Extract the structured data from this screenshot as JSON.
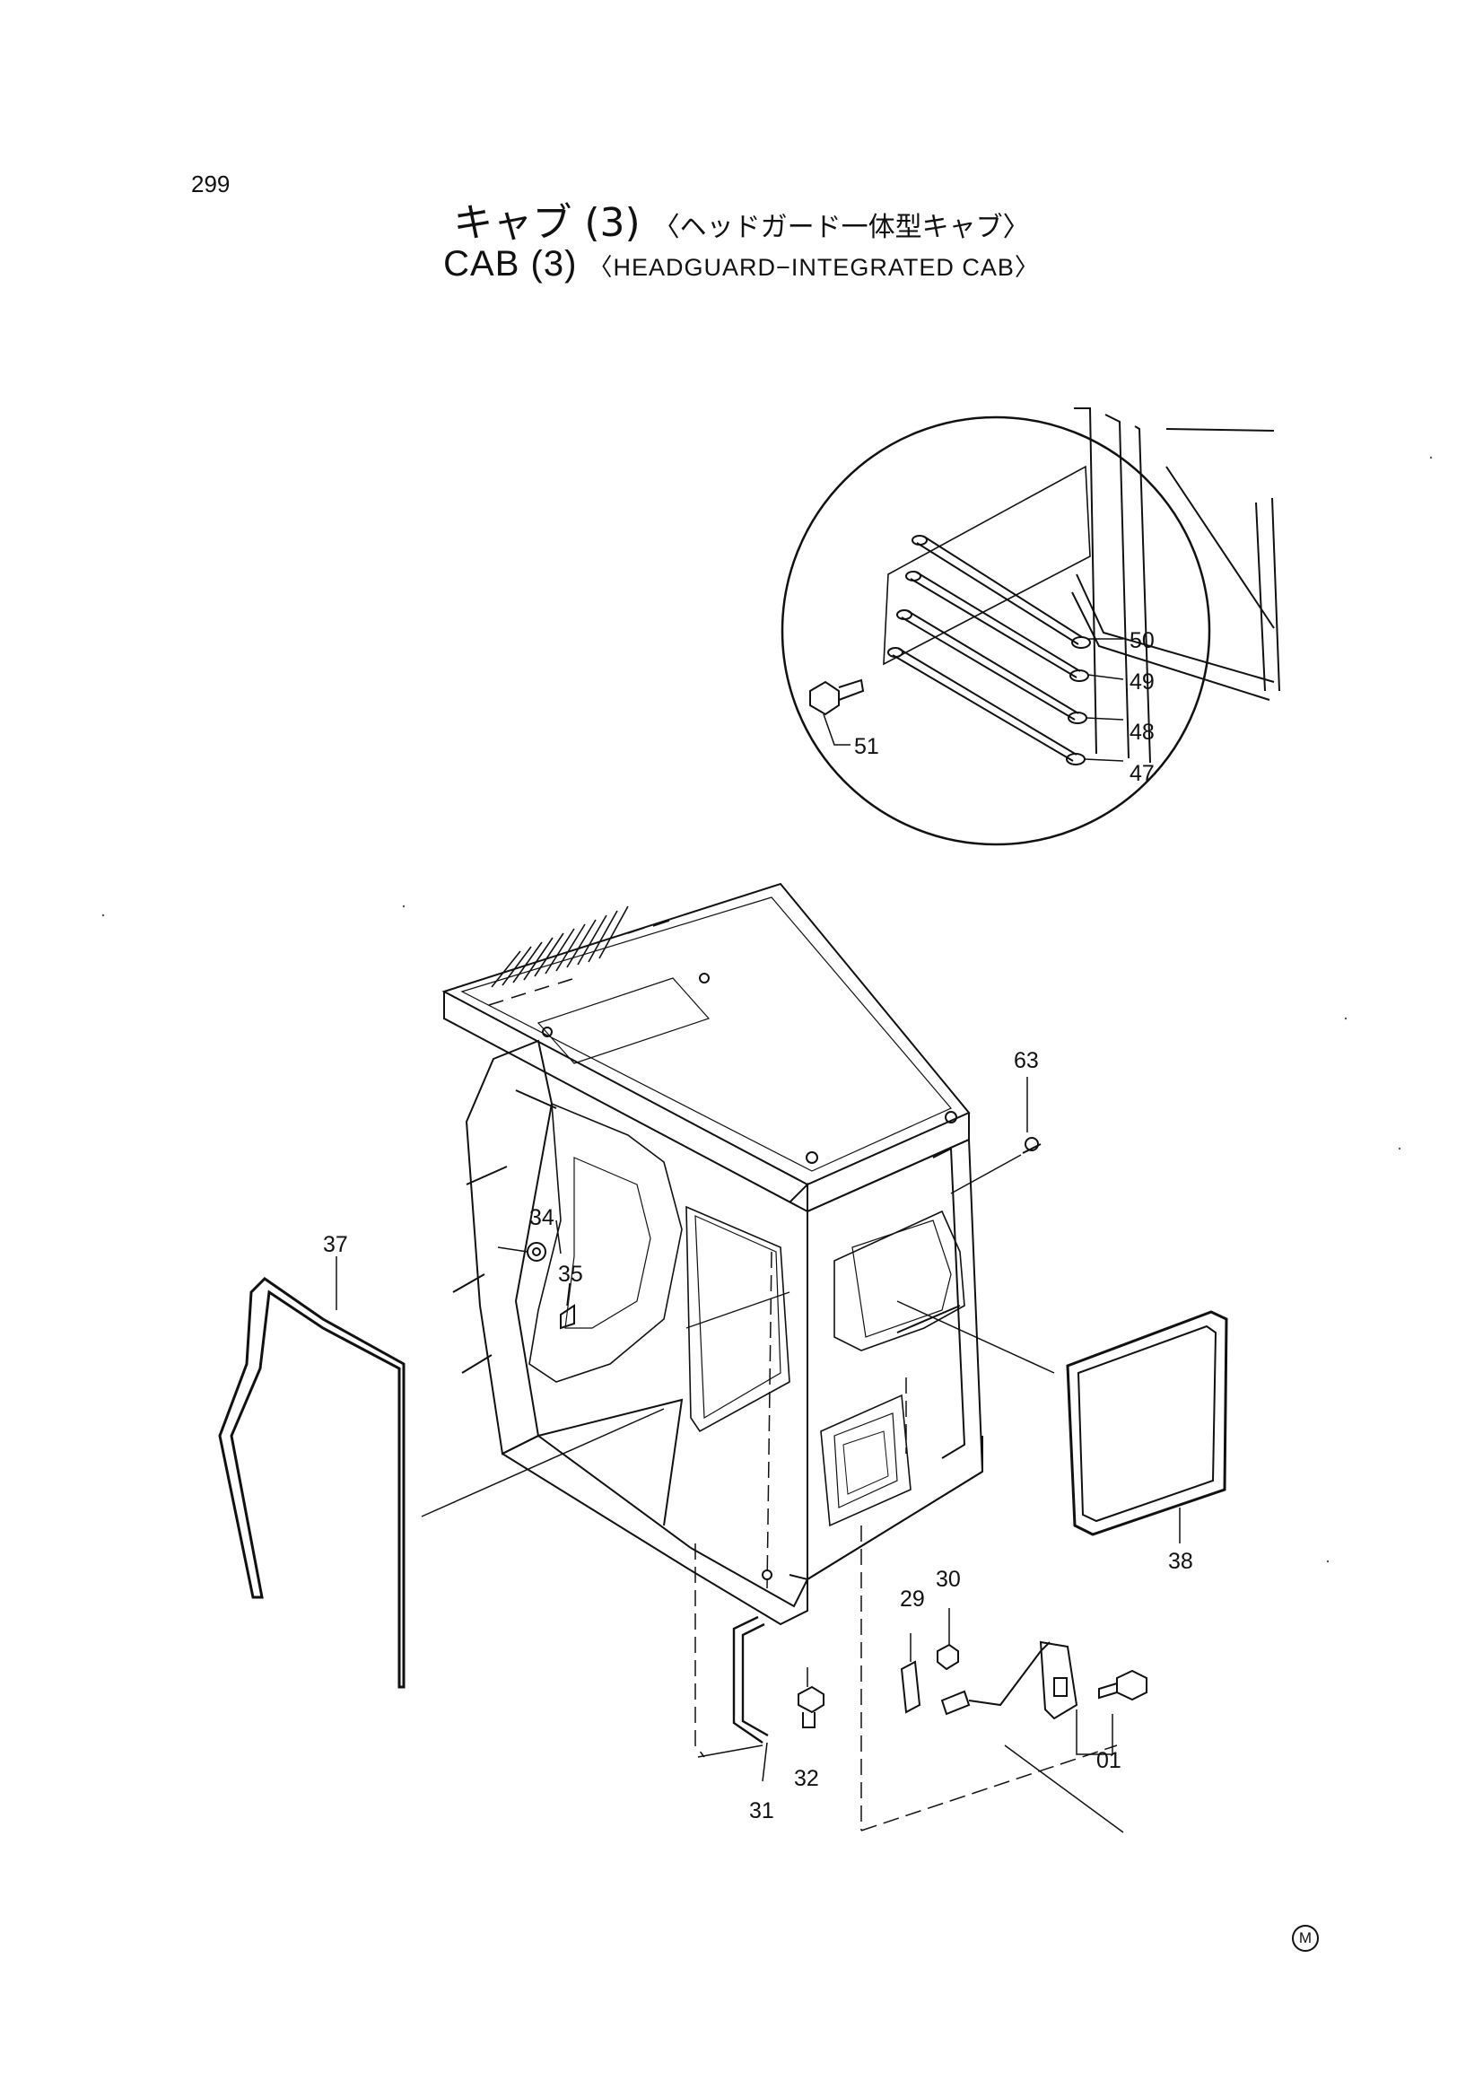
{
  "page": {
    "number": "299"
  },
  "title": {
    "jp_main": "キャブ (3)",
    "jp_sub": "〈ヘッドガード一体型キャブ〉",
    "en_main": "CAB (3)",
    "en_sub": "〈HEADGUARD−INTEGRATED CAB〉"
  },
  "callouts": {
    "p01": "01",
    "p29": "29",
    "p30": "30",
    "p31": "31",
    "p32": "32",
    "p34": "34",
    "p35": "35",
    "p37": "37",
    "p38": "38",
    "p47": "47",
    "p48": "48",
    "p49": "49",
    "p50": "50",
    "p51": "51",
    "p63": "63"
  },
  "mark": "M"
}
